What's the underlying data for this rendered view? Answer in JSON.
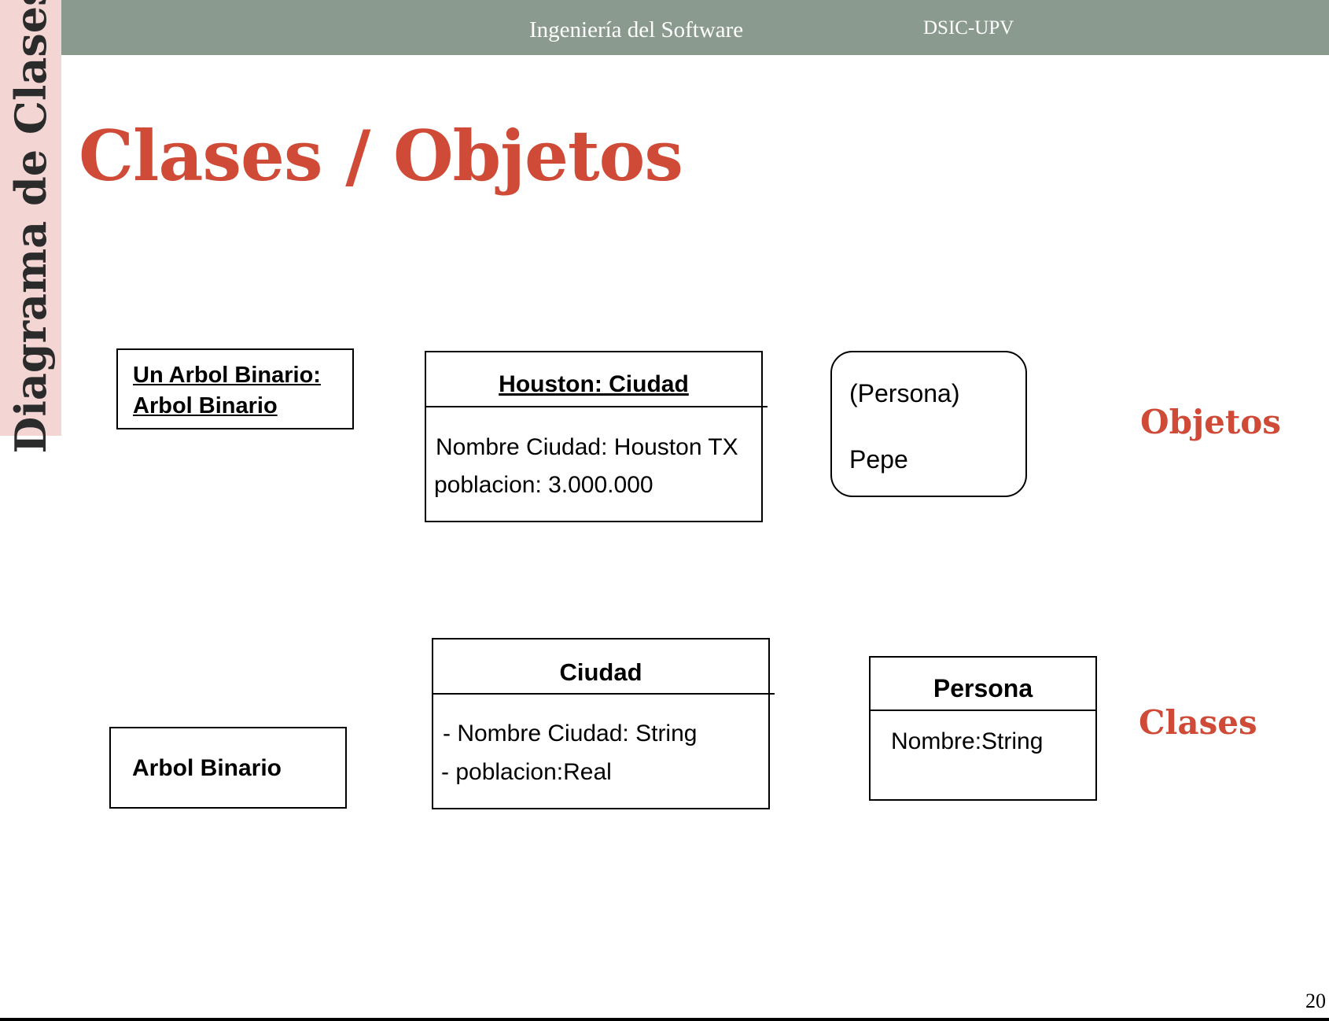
{
  "sidebar": {
    "label": "Diagrama de Clases"
  },
  "header": {
    "course": "Ingeniería del Software",
    "department": "DSIC-UPV"
  },
  "slide": {
    "title": "Clases / Objetos",
    "page_number": "20"
  },
  "sections": {
    "objects_label": "Objetos",
    "classes_label": "Clases"
  },
  "objects": {
    "arbol": {
      "line1": "Un Arbol Binario:",
      "line2": "Arbol Binario"
    },
    "houston": {
      "name": "Houston: Ciudad",
      "attr1": "Nombre Ciudad: Houston TX",
      "attr2": "poblacion: 3.000.000"
    },
    "pepe": {
      "type": "(Persona)",
      "name": "Pepe"
    }
  },
  "classes": {
    "arbol": {
      "name": "Arbol Binario"
    },
    "ciudad": {
      "name": "Ciudad",
      "attr1": "- Nombre Ciudad: String",
      "attr2": "- poblacion:Real"
    },
    "persona": {
      "name": "Persona",
      "attr1": "Nombre:String"
    }
  }
}
